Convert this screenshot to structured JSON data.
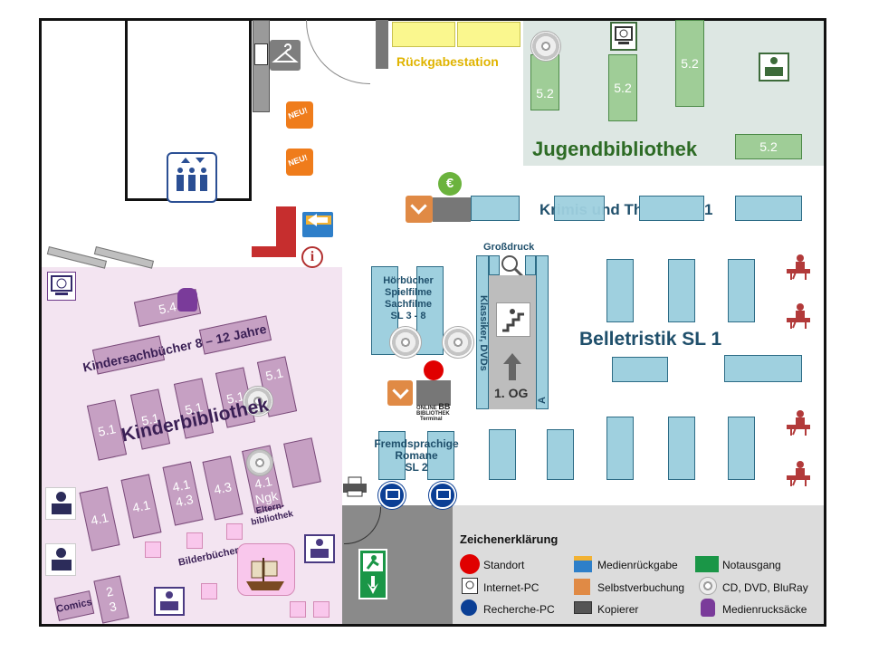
{
  "areas": {
    "rueckgabe": "Rückgabestation",
    "jugend": "Jugendbibliothek",
    "krimis": "Krimis und Thriller SL 1",
    "grossdruck": "Großdruck",
    "hoerbuecher": [
      "Hörbücher",
      "Spielfilme",
      "Sachfilme",
      "SL 3 - 8"
    ],
    "klassiker": "Klassiker, DVDs",
    "stair_label": "1. OG",
    "belletristik": "Belletristik SL 1",
    "kindersach": "Kindersachbücher  8 – 12 Jahre",
    "kinderbib": "Kinderbibliothek",
    "fremd": [
      "Fremdsprachige",
      "Romane",
      "SL 2"
    ],
    "eltern": [
      "Eltern-",
      "bibliothek"
    ],
    "bilder": "Bilderbücher",
    "comics": "Comics",
    "onleihe_top": "ONLINE",
    "onleihe_sub": "BIBLIOTHEK",
    "onleihe_bb": "BB",
    "terminal": "Terminal",
    "shelf_a": "A"
  },
  "shelf_labels": {
    "teen_1": "5.2",
    "teen_2": "5.2",
    "teen_3": "5.2",
    "teen_4": "5.2",
    "k54": "5.4",
    "r1a": "5.1",
    "r1b": "5.1",
    "r1c": "5.1",
    "r1d": "5.1",
    "r1e": "5.1",
    "r2a": "4.1",
    "r2b": "4.1",
    "r2c": "4.1\n4.3",
    "r2d": "4.3",
    "r2e": "4.1\nNgk",
    "c23": "2\n3"
  },
  "icons": {
    "neu": "NEU!",
    "euro": "€",
    "info": "i"
  },
  "legend": {
    "title": "Zeichenerklärung",
    "items": [
      {
        "icon": "standort-icon",
        "label": "Standort"
      },
      {
        "icon": "internet-pc-icon",
        "label": "Internet-PC"
      },
      {
        "icon": "recherche-pc-icon",
        "label": "Recherche-PC"
      },
      {
        "icon": "medienrueckgabe-icon",
        "label": "Medienrückgabe"
      },
      {
        "icon": "selbstverbuchung-icon",
        "label": "Selbstverbuchung"
      },
      {
        "icon": "kopierer-icon",
        "label": "Kopierer"
      },
      {
        "icon": "notausgang-icon",
        "label": "Notausgang"
      },
      {
        "icon": "dvd-icon",
        "label": "CD, DVD, BluRay"
      },
      {
        "icon": "backpack-icon",
        "label": "Medienrucksäcke"
      }
    ]
  },
  "colors": {
    "kids_area": "#f3e4f1",
    "teen_area": "#dde7e3",
    "shelf_blue": "#9fd0df",
    "shelf_green": "#9fcd97",
    "shelf_purple": "#c6a0c3",
    "standort": "#e00000"
  }
}
